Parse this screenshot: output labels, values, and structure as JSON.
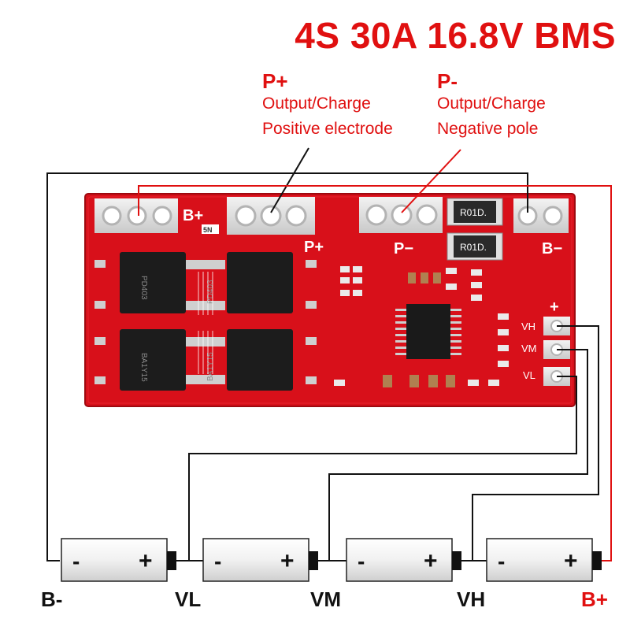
{
  "title": "4S 30A 16.8V BMS",
  "p_plus": {
    "label": "P+",
    "line1": "Output/Charge",
    "line2": "Positive electrode"
  },
  "p_minus": {
    "label": "P-",
    "line1": "Output/Charge",
    "line2": "Negative pole"
  },
  "board": {
    "pad_bplus": "B+",
    "pad_pplus": "P+",
    "pad_pminus": "P−",
    "pad_bminus": "B−",
    "resistor_marking": "R01D.",
    "small_marking": "5N",
    "plus_mark": "+",
    "pin_vh": "VH",
    "pin_vm": "VM",
    "pin_vl": "VL",
    "mosfet_marking_a": "PD403",
    "mosfet_marking_b": "BA1Y15"
  },
  "cells": [
    {
      "neg": "-",
      "pos": "+"
    },
    {
      "neg": "-",
      "pos": "+"
    },
    {
      "neg": "-",
      "pos": "+"
    },
    {
      "neg": "-",
      "pos": "+"
    }
  ],
  "bottom_labels": {
    "bminus": "B-",
    "vl": "VL",
    "vm": "VM",
    "vh": "VH",
    "bplus": "B+"
  },
  "colors": {
    "accent_red": "#e01010",
    "board_red": "#d8101a",
    "wire_black": "#111111"
  }
}
